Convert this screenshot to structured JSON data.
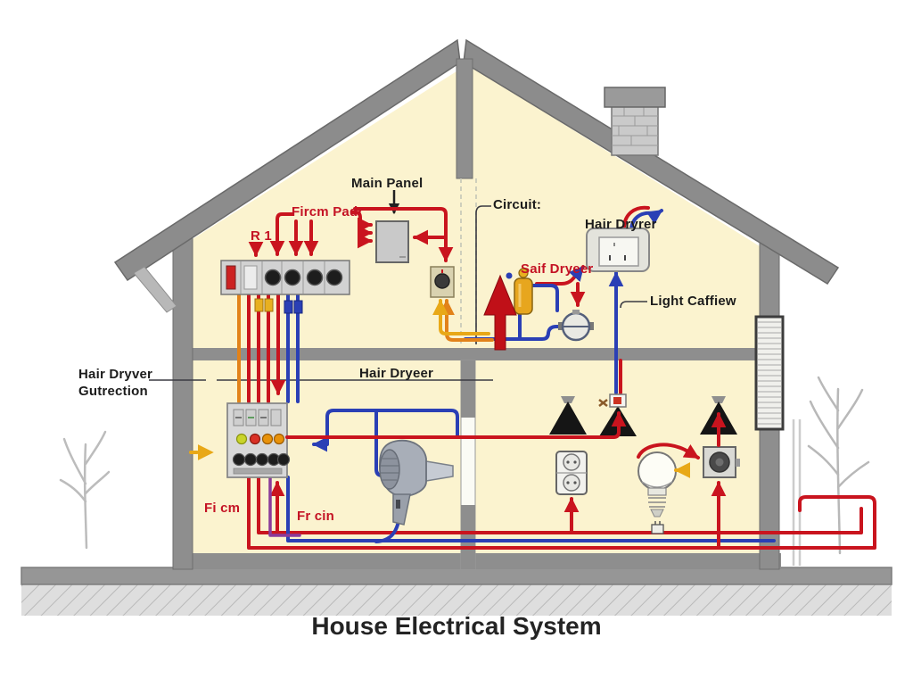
{
  "title": "House Electrical System",
  "labels": {
    "main_panel": "Main Panel",
    "circuit": "Circuit:",
    "hair_dryer_outlet": "Hair Dryrer",
    "light_fixture": "Light Caffiew",
    "panel_feed": "Fircm Padr",
    "breaker_r1": "R 1",
    "dryer_feed": "Saif Dryeer",
    "direction_line1": "Hair Dryver",
    "direction_line2": "Gutrection",
    "room": "Hair Dryeer",
    "wire_left": "Fi cm",
    "wire_right": "Fr cin"
  },
  "colors": {
    "live_wire_red": "#c9141e",
    "neutral_wire_blue": "#2a3fb5",
    "phase_wire_orange": "#e2821a",
    "signal_wire_yellow": "#e8a817",
    "wall_gray": "#8e8e8e",
    "interior_cream": "#fbf3cf",
    "label_red": "#c41224"
  }
}
